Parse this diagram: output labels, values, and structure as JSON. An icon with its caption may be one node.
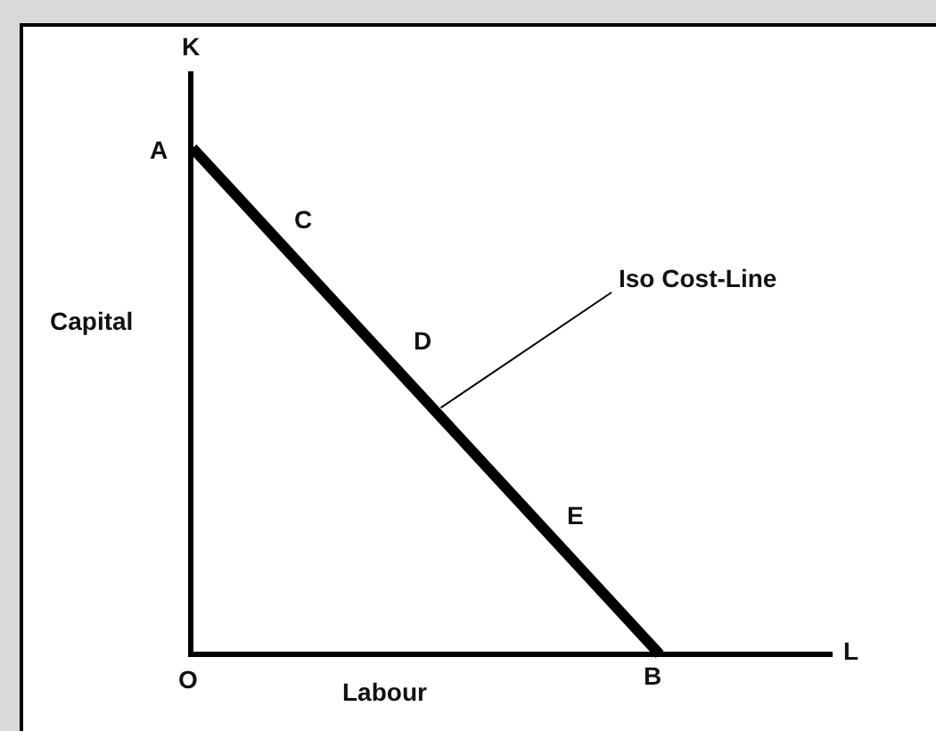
{
  "diagram": {
    "nodes": [
      {
        "text": [
          "Iso Cost-Line"
        ]
      },
      {
        "text": [],
        "shape": "line"
      }
    ],
    "edges": [
      {
        "from": 0,
        "to": 1,
        "arrow": "none"
      }
    ],
    "labels": [
      "K",
      "A",
      "C",
      "Capital",
      "D",
      "E",
      "O",
      "Labour",
      "B",
      "L"
    ]
  }
}
